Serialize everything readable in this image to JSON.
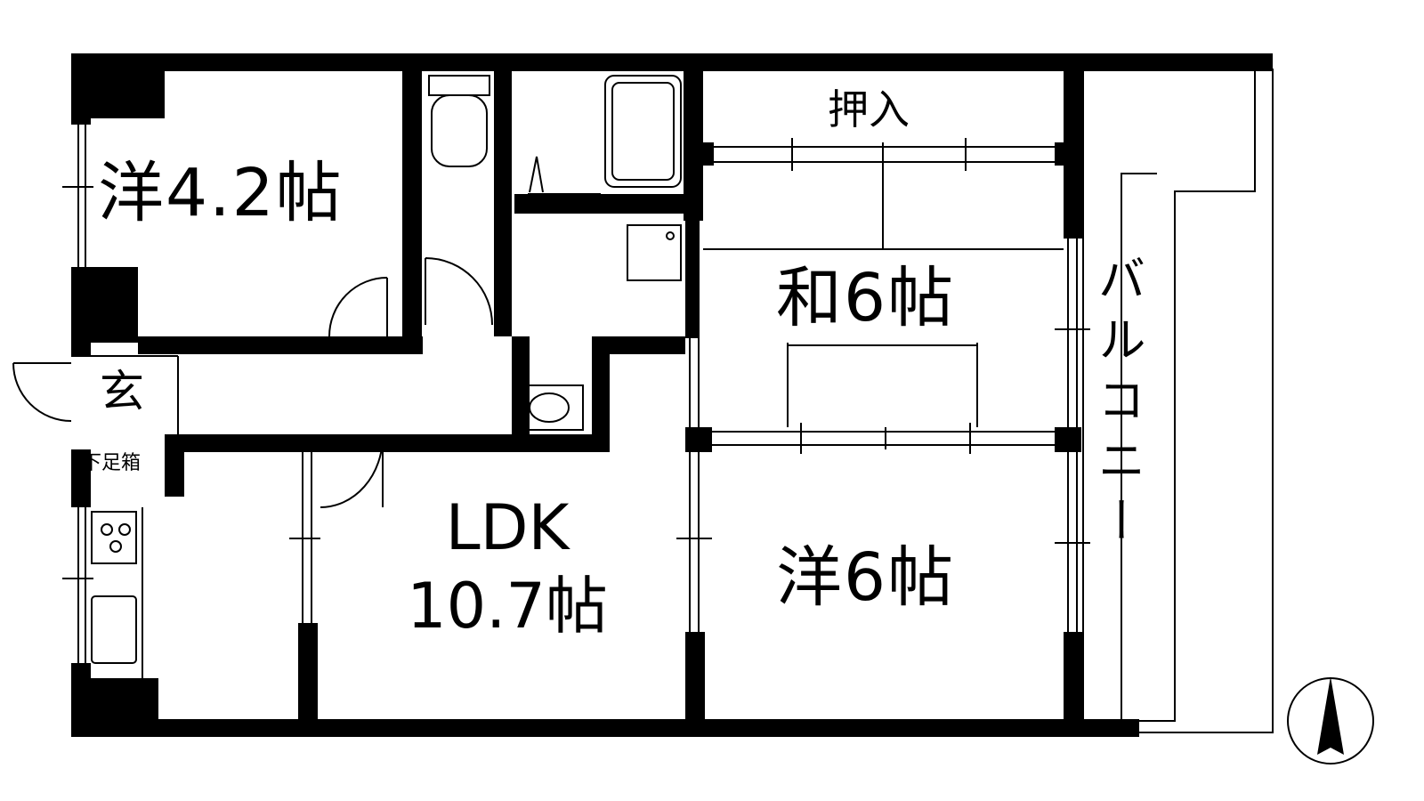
{
  "rooms": {
    "western_small": "洋4.2帖",
    "japanese": "和6帖",
    "western_large": "洋6帖",
    "ldk_name": "LDK",
    "ldk_size": "10.7帖",
    "closet": "押入",
    "entrance": "玄",
    "shoe_box": "下足箱",
    "balcony": "バルコニー"
  },
  "colors": {
    "wall": "#000000",
    "line": "#000000",
    "background": "#ffffff"
  },
  "compass": {
    "icon": "north-arrow-icon"
  }
}
